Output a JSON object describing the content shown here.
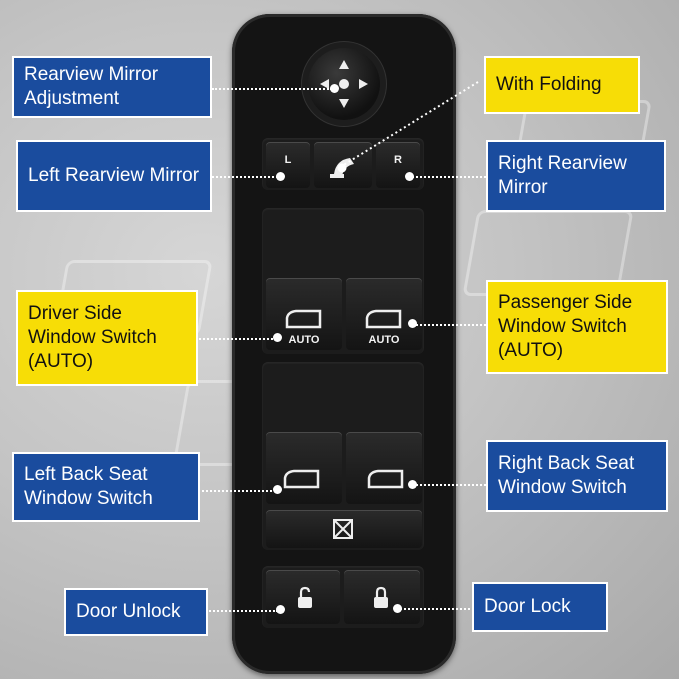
{
  "labels": {
    "rearview_mirror_adjustment": "Rearview Mirror Adjustment",
    "with_folding": "With Folding",
    "left_rearview_mirror": "Left Rearview Mirror",
    "right_rearview_mirror": "Right Rearview Mirror",
    "driver_side_window_switch": "Driver Side Window Switch (AUTO)",
    "passenger_side_window_switch": "Passenger Side Window Switch (AUTO)",
    "left_back_seat_window_switch": "Left Back Seat Window Switch",
    "right_back_seat_window_switch": "Right Back Seat Window Switch",
    "door_unlock": "Door Unlock",
    "door_lock": "Door Lock"
  },
  "panel": {
    "left_button": "L",
    "right_button": "R",
    "driver_auto": "AUTO",
    "passenger_auto": "AUTO"
  },
  "colors": {
    "label_blue": "#1a4c9e",
    "label_yellow": "#f7dd06",
    "panel_black": "#141414"
  },
  "icons": [
    "direction-arrows-icon",
    "mirror-fold-icon",
    "window-icon",
    "window-lock-icon",
    "unlock-icon",
    "lock-icon"
  ]
}
